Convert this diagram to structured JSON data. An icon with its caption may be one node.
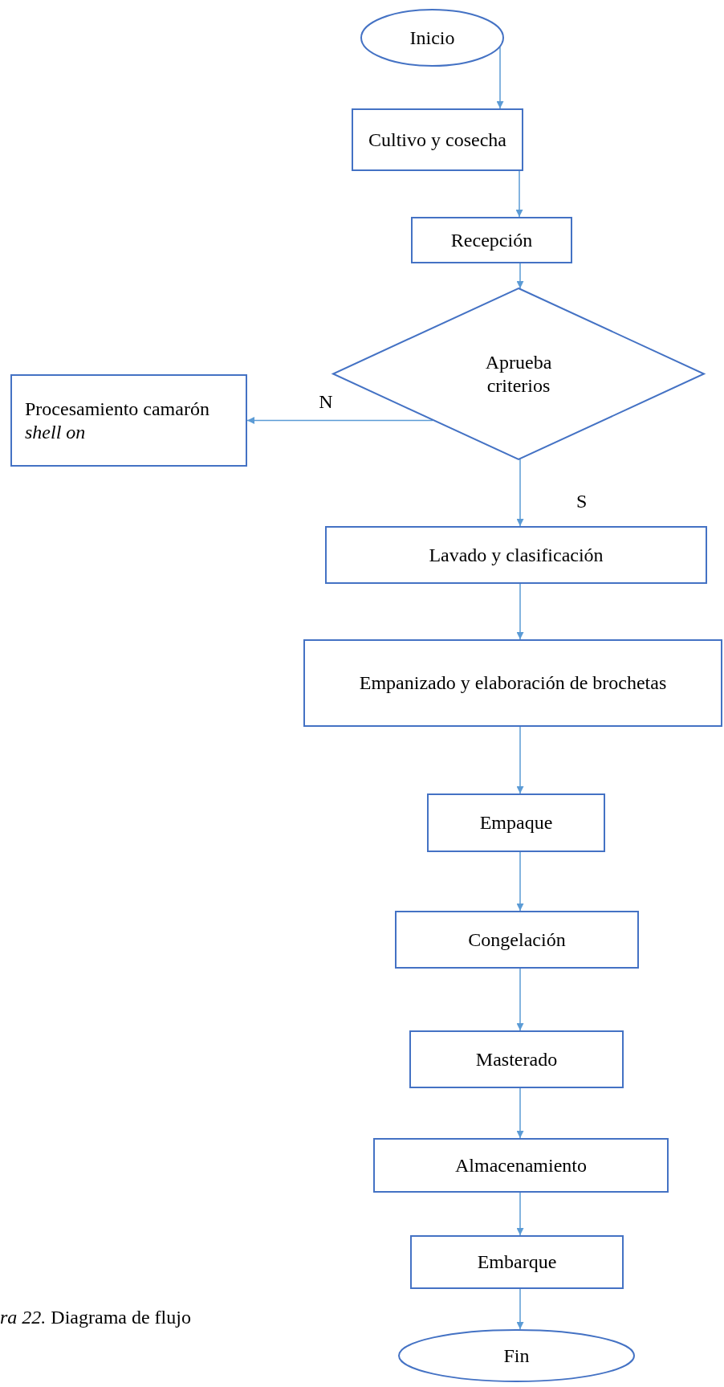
{
  "diagram": {
    "caption": "*ra 22.* Diagrama de flujo",
    "nodes": [
      {
        "text": [
          "Inicio"
        ]
      },
      {
        "text": [
          "Cultivo y cosecha"
        ]
      },
      {
        "text": [
          "Recepción"
        ]
      },
      {
        "text": [
          "Aprueba criterios"
        ]
      },
      {
        "text": [
          "Procesamiento camarón *shell on*"
        ]
      },
      {
        "text": [
          "Lavado y clasificación"
        ]
      },
      {
        "text": [
          "Empanizado y elaboración de brochetas"
        ]
      },
      {
        "text": [
          "Empaque"
        ]
      },
      {
        "text": [
          "Congelación"
        ]
      },
      {
        "text": [
          "Masterado"
        ]
      },
      {
        "text": [
          "Almacenamiento"
        ]
      },
      {
        "text": [
          "Embarque"
        ]
      },
      {
        "text": [
          "Fin"
        ]
      }
    ],
    "edges": [
      {
        "from": 0,
        "to": 1,
        "arrow": "to"
      },
      {
        "from": 1,
        "to": 2,
        "arrow": "to"
      },
      {
        "from": 2,
        "to": 3,
        "arrow": "to"
      },
      {
        "from": 3,
        "to": 4,
        "arrow": "to",
        "label": "N"
      },
      {
        "from": 3,
        "to": 5,
        "arrow": "to",
        "label": "S"
      },
      {
        "from": 5,
        "to": 6,
        "arrow": "to"
      },
      {
        "from": 6,
        "to": 7,
        "arrow": "to"
      },
      {
        "from": 7,
        "to": 8,
        "arrow": "to"
      },
      {
        "from": 8,
        "to": 9,
        "arrow": "to"
      },
      {
        "from": 9,
        "to": 10,
        "arrow": "to"
      },
      {
        "from": 10,
        "to": 11,
        "arrow": "to"
      },
      {
        "from": 11,
        "to": 12,
        "arrow": "to"
      }
    ]
  }
}
